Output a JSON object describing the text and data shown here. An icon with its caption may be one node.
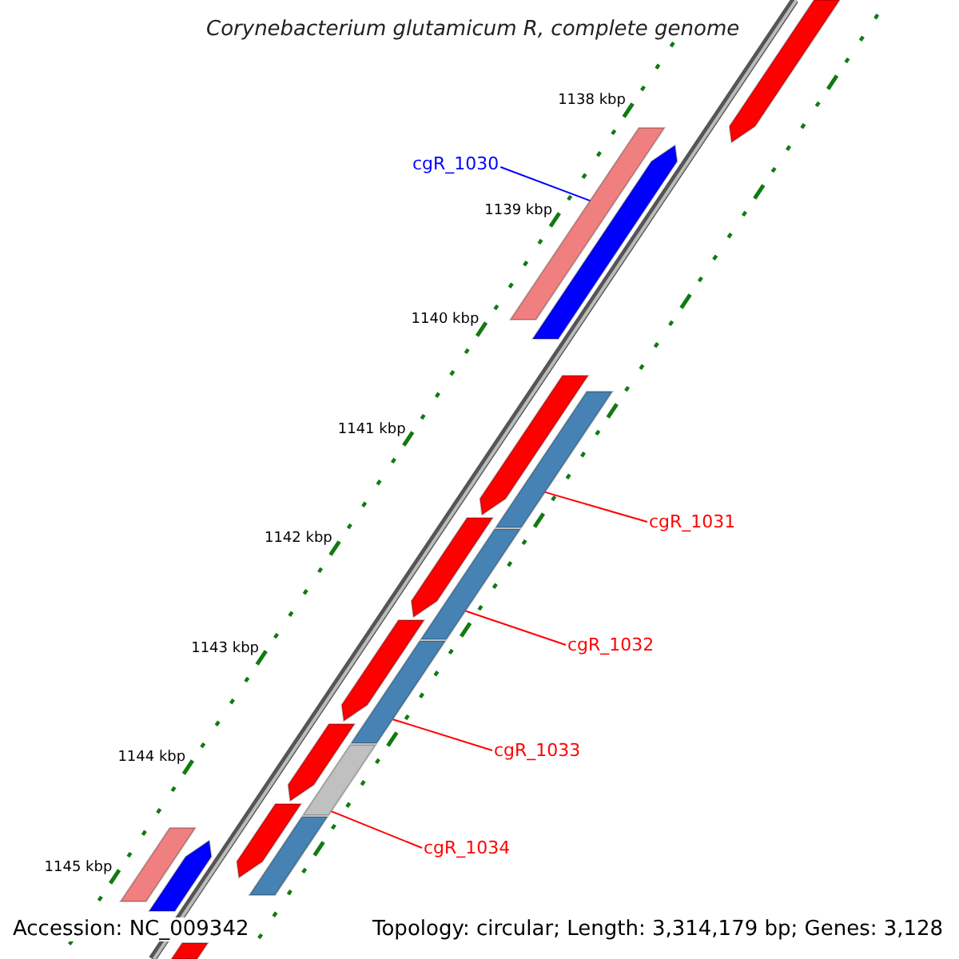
{
  "diagram": {
    "title": "Corynebacterium glutamicum R, complete genome",
    "nodes": [
      {
        "text": [
          "cgR_1030"
        ]
      },
      {
        "text": [
          "cgR_1031"
        ]
      },
      {
        "text": [
          "cgR_1032"
        ]
      },
      {
        "text": [
          "cgR_1033"
        ]
      },
      {
        "text": [
          "cgR_1034"
        ]
      },
      {
        "text": [],
        "shape": "bar"
      },
      {
        "text": [],
        "shape": "bar"
      },
      {
        "text": [],
        "shape": "bar"
      },
      {
        "text": [],
        "shape": "bar"
      },
      {
        "text": [],
        "shape": "bar"
      },
      {
        "text": [],
        "shape": "bar"
      },
      {
        "text": [],
        "shape": "bar"
      },
      {
        "text": [],
        "shape": "bar"
      },
      {
        "text": [],
        "shape": "bar"
      },
      {
        "text": [],
        "shape": "bar"
      },
      {
        "text": [],
        "shape": "bar"
      },
      {
        "text": [],
        "shape": "bar"
      },
      {
        "text": [],
        "shape": "bar"
      },
      {
        "text": [],
        "shape": "bar"
      },
      {
        "text": [],
        "shape": "bar"
      },
      {
        "text": [],
        "shape": "bar"
      }
    ],
    "edges": [
      {
        "from": 0,
        "to": 6,
        "arrow": "none",
        "color": "#0000ff"
      },
      {
        "from": 1,
        "to": 9,
        "arrow": "none"
      },
      {
        "from": 2,
        "to": 11,
        "arrow": "none"
      },
      {
        "from": 3,
        "to": 13,
        "arrow": "none"
      },
      {
        "from": 4,
        "to": 15,
        "arrow": "none"
      }
    ],
    "labels": [
      "1138 kbp",
      "1139 kbp",
      "1140 kbp",
      "1141 kbp",
      "1142 kbp",
      "1143 kbp",
      "1144 kbp",
      "1145 kbp",
      "Accession: NC_009342",
      "Topology: circular; Length: 3,314,179 bp; Genes: 3,128"
    ]
  }
}
